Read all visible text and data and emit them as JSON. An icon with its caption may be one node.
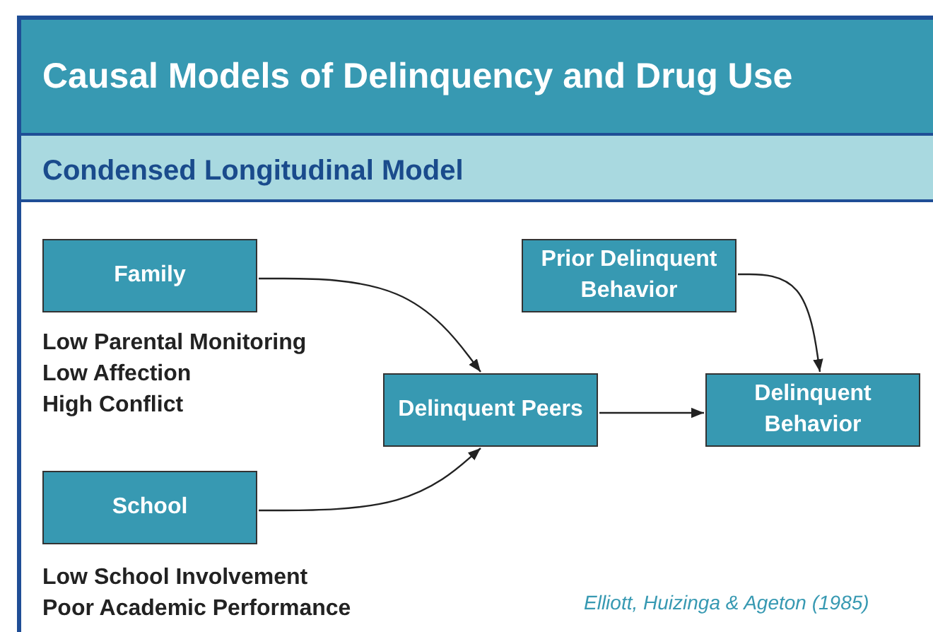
{
  "diagram": {
    "title": "Causal Models of Delinquency and Drug Use",
    "nodes": [
      {
        "text": [
          "Family"
        ],
        "beside": [
          "Low Parental Monitoring",
          "Low Affection",
          "High Conflict"
        ]
      },
      {
        "text": [
          "School"
        ],
        "beside": [
          "Low School Involvement",
          "Poor Academic Performance"
        ]
      },
      {
        "text": [
          "Prior Delinquent Behavior"
        ]
      },
      {
        "text": [
          "Delinquent Peers"
        ]
      },
      {
        "text": [
          "Delinquent Behavior"
        ]
      }
    ],
    "edges": [
      {
        "from": 0,
        "to": 3,
        "arrow": "to"
      },
      {
        "from": 1,
        "to": 3,
        "arrow": "to"
      },
      {
        "from": 2,
        "to": 4,
        "arrow": "to"
      },
      {
        "from": 3,
        "to": 4,
        "arrow": "to"
      }
    ],
    "labels": [
      "Condensed Longitudinal Model",
      "Elliott, Huizinga & Ageton (1985)"
    ]
  }
}
